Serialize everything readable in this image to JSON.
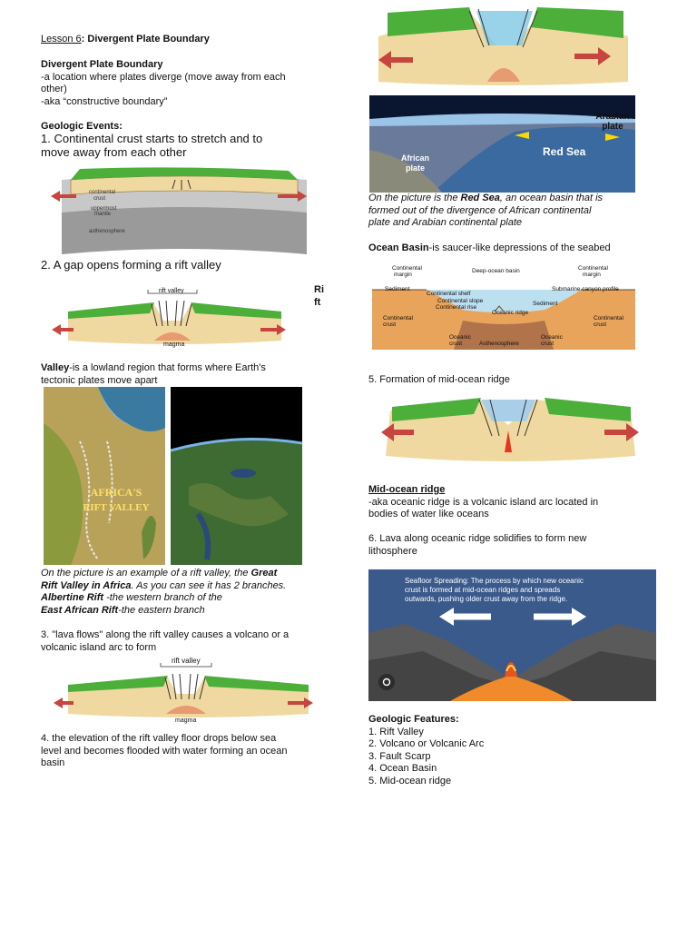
{
  "lesson": {
    "label": "Lesson 6",
    "title": ": Divergent Plate Boundary"
  },
  "definition": {
    "heading": "Divergent Plate Boundary",
    "line1": "-a location where plates diverge (move away from each",
    "line2": "other)",
    "line3": "-aka “constructive boundary”"
  },
  "events": {
    "heading": "Geologic Events:",
    "e1_line1": "1. Continental crust starts to stretch and to",
    "e1_line2": "move away from each other",
    "e2": "2. A gap opens forming a rift valley",
    "rift_frag1": "Ri",
    "rift_frag2": "ft",
    "valley_def_bold": "Valley",
    "valley_def_rest": "-is a lowland region that forms where Earth's",
    "valley_def_line2": "tectonic plates move apart",
    "e3_line1": "3. \"lava flows\" along the rift valley causes a volcano or a",
    "e3_line2": "volcanic island arc to form",
    "e4_line1": "4. the elevation of the rift valley floor drops below sea",
    "e4_line2": "level and becomes flooded with water forming an ocean",
    "e4_line3": "basin",
    "e5": "5. Formation of mid-ocean ridge",
    "e6_line1": "6. Lava along oceanic ridge solidifies to form new",
    "e6_line2": "lithosphere"
  },
  "diagram1": {
    "continental_crust_1": "continental",
    "continental_crust_2": "crust",
    "upper_mantle_1": "uppermost",
    "upper_mantle_2": "mantle",
    "asthenosphere": "asthenosphere"
  },
  "diagram_rift": {
    "rift_valley": "rift valley",
    "magma": "magma"
  },
  "africa_caption": {
    "l1_pre": "On the picture is an example of a rift valley, the ",
    "l1_bold": "Great",
    "l2_bold": "Rift Valley in Africa",
    "l2_rest": ". As you can see it has 2 branches.",
    "l3_bold": "Albertine Rift",
    "l3_rest": "  -the western branch of the",
    "l4_bold": "East African Rift",
    "l4_rest": "-the eastern branch",
    "map_title_1": "AFRICA'S",
    "map_title_2": "RIFT VALLEY"
  },
  "red_sea": {
    "arabian_1": "Arabian",
    "arabian_2": "plate",
    "african_1": "African",
    "african_2": "plate",
    "sea": "Red Sea",
    "cap_l1_pre": "On the picture is the ",
    "cap_l1_bold": "Red Sea",
    "cap_l1_rest": ", an ocean basin that is",
    "cap_l2": "formed out of the divergence of African continental",
    "cap_l3": "plate and Arabian continental plate"
  },
  "ocean_basin": {
    "term": "Ocean Basin",
    "def": "-is saucer-like depressions of the seabed",
    "labels": {
      "cont_margin_l_1": "Continental",
      "cont_margin_l_2": "margin",
      "deep_basin": "Deep-ocean basin",
      "cont_margin_r_1": "Continental",
      "cont_margin_r_2": "margin",
      "sediment_l": "Sediment",
      "cont_shelf": "Continental shelf",
      "canyon": "Submarine canyon profile",
      "cont_slope": "Continental slope",
      "cont_rise": "Continental rise",
      "oceanic_ridge": "Oceanic ridge",
      "sediment_r": "Sediment",
      "cont_crust_l_1": "Continental",
      "cont_crust_l_2": "crust",
      "cont_crust_r_1": "Continental",
      "cont_crust_r_2": "crust",
      "oceanic_crust_l_1": "Oceanic",
      "oceanic_crust_l_2": "crust",
      "asthenosphere": "Asthenosphere",
      "oceanic_crust_r_1": "Oceanic",
      "oceanic_crust_r_2": "crust"
    }
  },
  "mid_ocean_ridge": {
    "term": "Mid-ocean ridge ",
    "def_l1": "-aka oceanic ridge is a volcanic island arc located in",
    "def_l2": "bodies of water like oceans"
  },
  "seafloor": {
    "title_l1": "Seafloor Spreading: The process by which new oceanic",
    "title_l2": "crust is formed at mid-ocean ridges and spreads",
    "title_l3": "outwards, pushing older crust away from the ridge."
  },
  "features": {
    "heading": "Geologic Features:",
    "items": [
      "1. Rift Valley",
      "2. Volcano or Volcanic Arc",
      "3. Fault Scarp",
      "4. Ocean Basin",
      "5. Mid-ocean ridge"
    ]
  },
  "colors": {
    "arrow_red": "#c7443f",
    "crust_green": "#4caf3a",
    "crust_tan": "#f0d9a0",
    "seafloor_bg": "#3a5a8c",
    "lava": "#e8531e"
  }
}
